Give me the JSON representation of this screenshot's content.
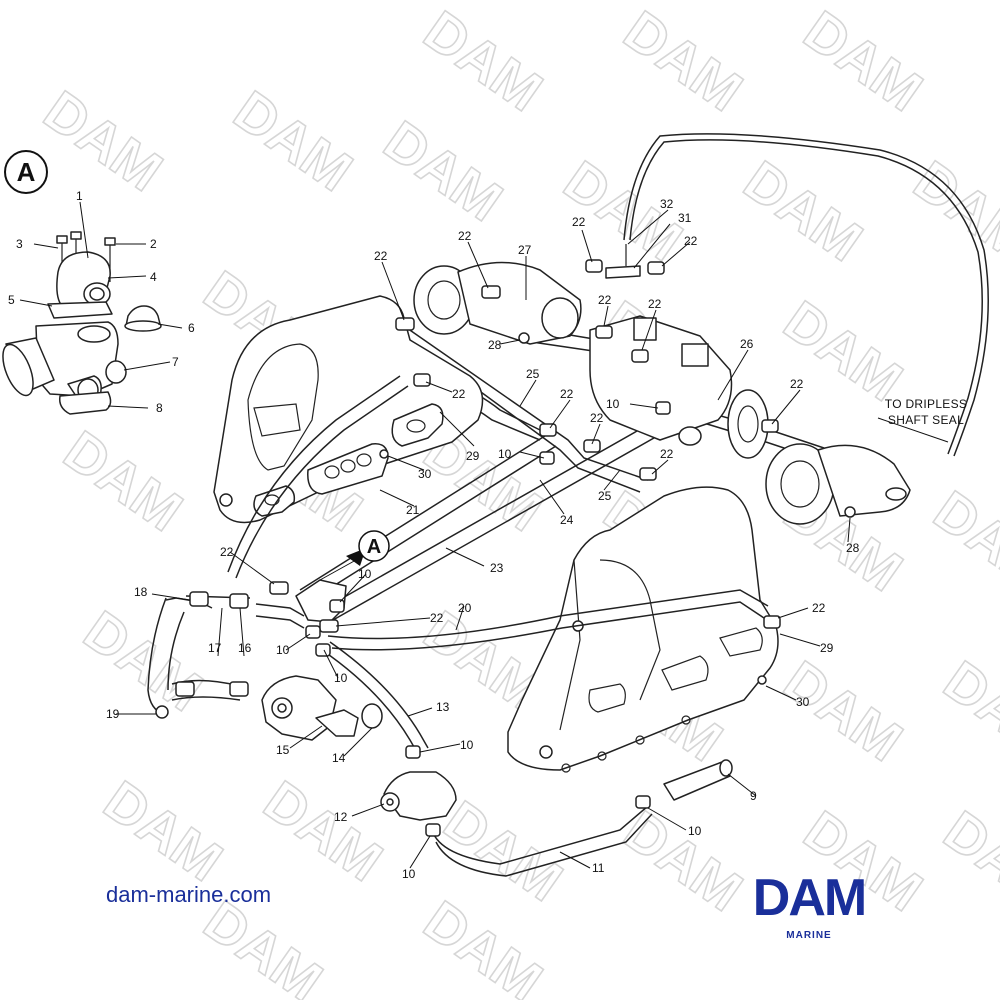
{
  "detail_view": {
    "letter": "A",
    "arrow_label": "A"
  },
  "callouts": {
    "c1": "1",
    "c2": "2",
    "c3": "3",
    "c4": "4",
    "c5": "5",
    "c6": "6",
    "c7": "7",
    "c8": "8",
    "c9": "9",
    "c10a": "10",
    "c10b": "10",
    "c10c": "10",
    "c10d": "10",
    "c10e": "10",
    "c10f": "10",
    "c10g": "10",
    "c10h": "10",
    "c11": "11",
    "c12": "12",
    "c13": "13",
    "c14": "14",
    "c15": "15",
    "c16": "16",
    "c17": "17",
    "c18": "18",
    "c19": "19",
    "c20": "20",
    "c21": "21",
    "c22a": "22",
    "c22b": "22",
    "c22c": "22",
    "c22d": "22",
    "c22e": "22",
    "c22f": "22",
    "c22g": "22",
    "c22h": "22",
    "c22i": "22",
    "c22j": "22",
    "c22k": "22",
    "c22l": "22",
    "c22m": "22",
    "c22n": "22",
    "c23": "23",
    "c24": "24",
    "c25a": "25",
    "c25b": "25",
    "c26": "26",
    "c27": "27",
    "c28a": "28",
    "c28b": "28",
    "c29a": "29",
    "c29b": "29",
    "c30a": "30",
    "c30b": "30",
    "c31": "31",
    "c32": "32"
  },
  "note": {
    "line1": "TO DRIPLESS",
    "line2": "SHAFT SEAL"
  },
  "watermark": "DAM",
  "footer": {
    "url": "dam-marine.com",
    "logo_main": "DAM",
    "logo_sub": "MARINE"
  },
  "colors": {
    "brand_blue": "#1a2f9a",
    "line": "#222222",
    "watermark": "#cfcfcf"
  }
}
